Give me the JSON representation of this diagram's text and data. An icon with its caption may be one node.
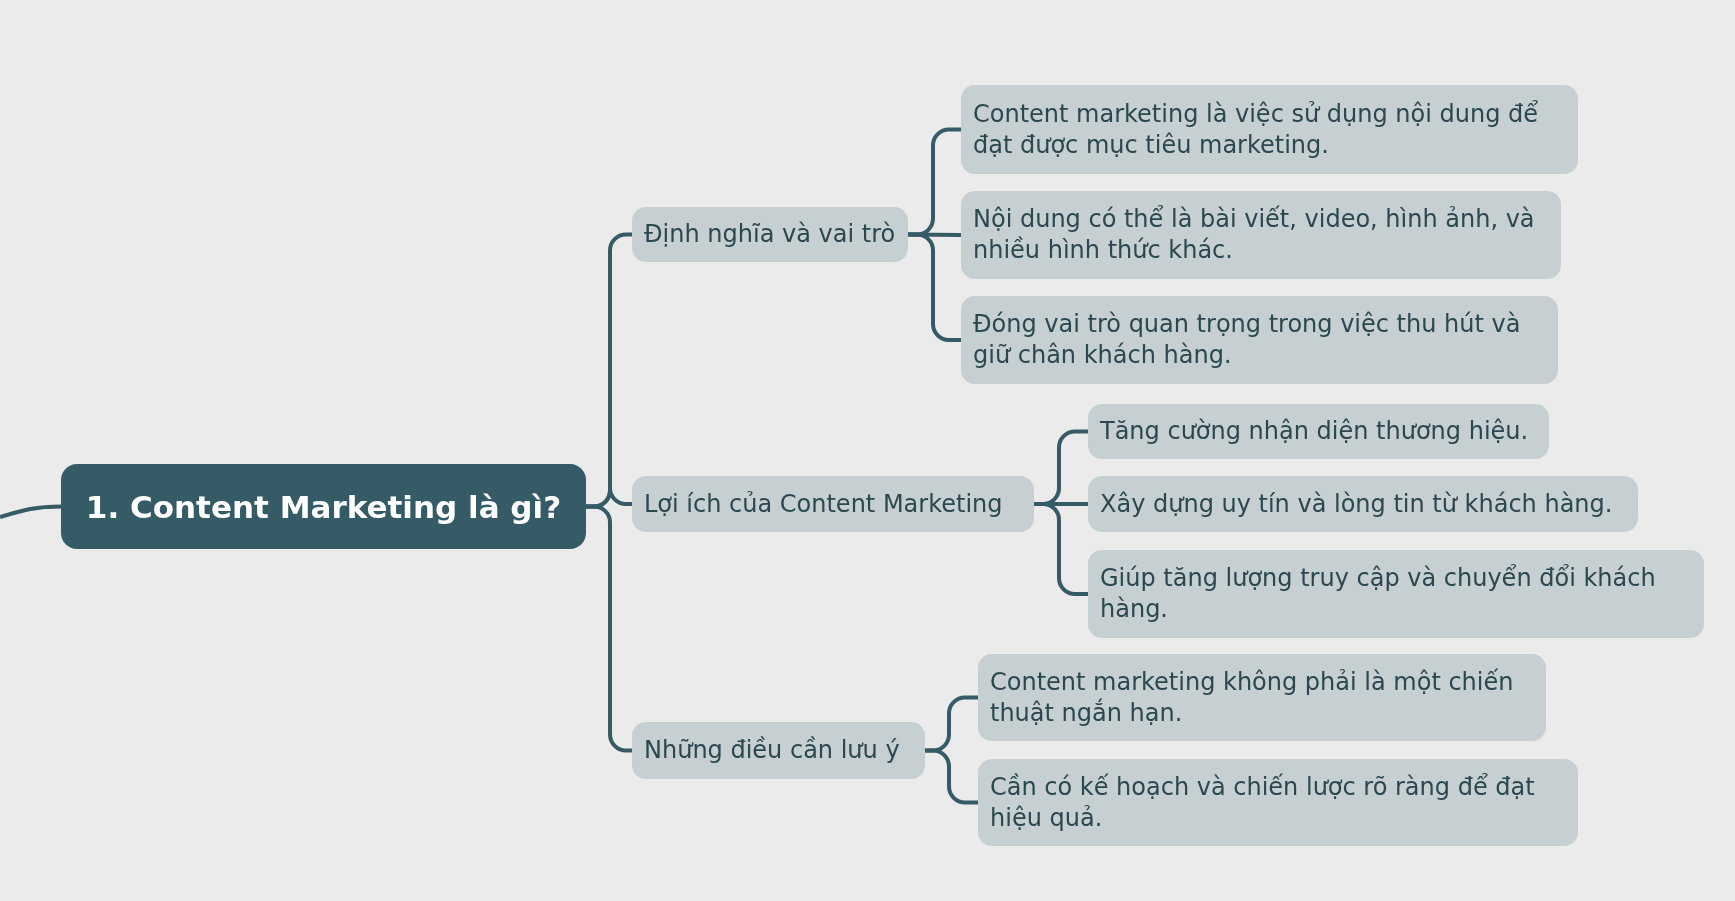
{
  "diagram": {
    "nodes": [
      {
        "text": [
          "1. Content Marketing là gì?"
        ]
      },
      {
        "text": [
          "Định nghĩa và vai trò"
        ]
      },
      {
        "text": [
          "Content marketing là việc sử dụng nội dung để đạt được mục tiêu marketing."
        ]
      },
      {
        "text": [
          "Nội dung có thể là bài viết, video, hình ảnh, và nhiều hình thức khác."
        ]
      },
      {
        "text": [
          "Đóng vai trò quan trọng trong việc thu hút và giữ chân khách hàng."
        ]
      },
      {
        "text": [
          "Lợi ích của Content Marketing"
        ]
      },
      {
        "text": [
          "Tăng cường nhận diện thương hiệu."
        ]
      },
      {
        "text": [
          "Xây dựng uy tín và lòng tin từ khách hàng."
        ]
      },
      {
        "text": [
          "Giúp tăng lượng truy cập và chuyển đổi khách hàng."
        ]
      },
      {
        "text": [
          "Những điều cần lưu ý"
        ]
      },
      {
        "text": [
          "Content marketing không phải là một chiến thuật ngắn hạn."
        ]
      },
      {
        "text": [
          "Cần có kế hoạch và chiến lược rõ ràng để đạt hiệu quả."
        ]
      }
    ],
    "edges": [
      {
        "from": null,
        "to": 0,
        "arrow": "none"
      },
      {
        "from": 0,
        "to": 1,
        "arrow": "none"
      },
      {
        "from": 0,
        "to": 5,
        "arrow": "none"
      },
      {
        "from": 0,
        "to": 9,
        "arrow": "none"
      },
      {
        "from": 1,
        "to": 2,
        "arrow": "none"
      },
      {
        "from": 1,
        "to": 3,
        "arrow": "none"
      },
      {
        "from": 1,
        "to": 4,
        "arrow": "none"
      },
      {
        "from": 5,
        "to": 6,
        "arrow": "none"
      },
      {
        "from": 5,
        "to": 7,
        "arrow": "none"
      },
      {
        "from": 5,
        "to": 8,
        "arrow": "none"
      },
      {
        "from": 9,
        "to": 10,
        "arrow": "none"
      },
      {
        "from": 9,
        "to": 11,
        "arrow": "none"
      }
    ]
  }
}
